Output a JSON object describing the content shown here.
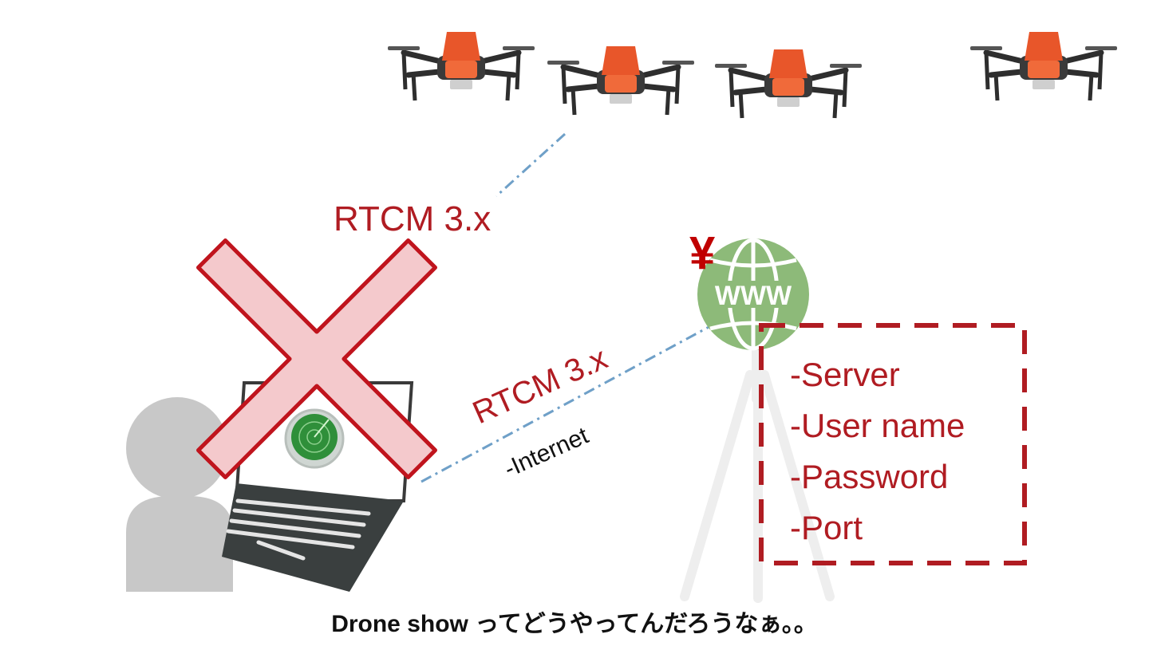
{
  "labels": {
    "rtcm_top": "RTCM 3.x",
    "rtcm_mid": "RTCM 3.x",
    "internet": "-Internet",
    "yen": "¥"
  },
  "credentials": [
    "-Server",
    "-User name",
    "-Password",
    "-Port"
  ],
  "caption": "Drone show ってどうやってんだろうなぁ。。",
  "colors": {
    "accent_red": "#b01c22",
    "cross_fill": "#f4c9cc",
    "globe_green": "#8dba79",
    "drone_orange": "#e8562a",
    "link_blue": "#6fa0c8"
  }
}
